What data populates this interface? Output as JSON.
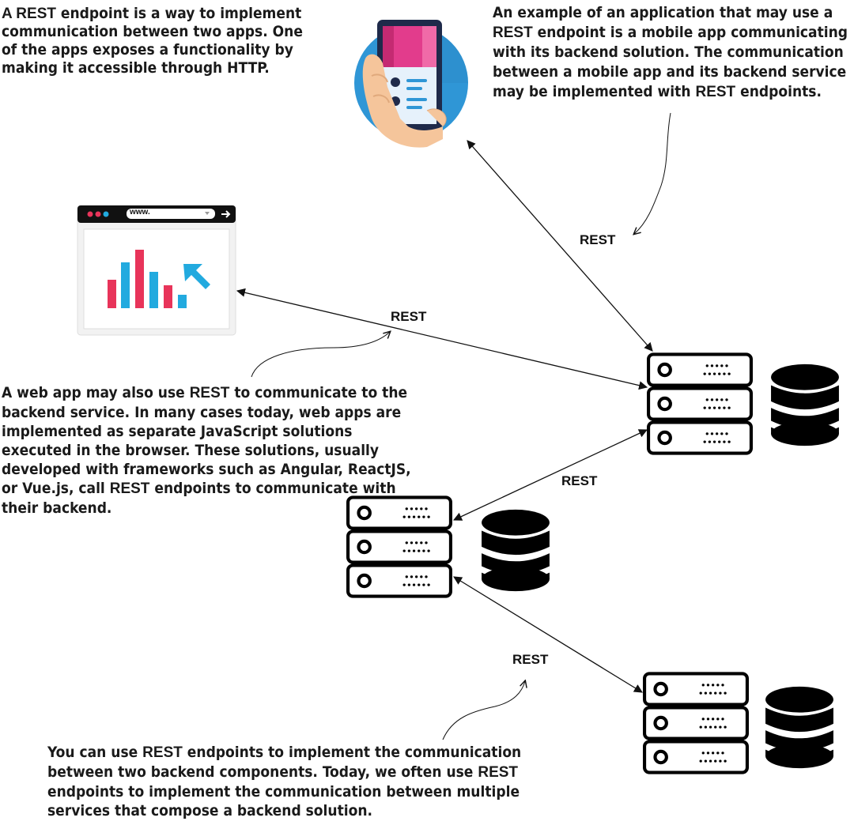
{
  "annotations": {
    "top_left": {
      "bold": "A REST",
      "text": " endpoint is a way to implement communication between two apps. One of the apps exposes a functionality by making it accessible through HTTP."
    },
    "top_right": {
      "part1": "An example of an application that may use a ",
      "bold1": "REST",
      "part2": " endpoint is a mobile app communicating with its backend solution. The communication between a mobile app and its backend service may be implemented with ",
      "bold2": "REST",
      "part3": " endpoints."
    },
    "middle_left": {
      "part1": "A web app may also use ",
      "bold1": "REST",
      "part2": " to communicate to the backend service. In many cases today, web apps are implemented as separate JavaScript solutions executed in the browser. These solutions, usually developed with frameworks such as Angular, ReactJS, or Vue.js, call ",
      "bold2": "REST",
      "part3": " endpoints to communicate with their backend."
    },
    "bottom": {
      "part1": "You can use ",
      "bold1": "REST",
      "part2": " endpoints to implement the communication between two backend components. Today, we often use ",
      "bold2": "REST",
      "part3": " endpoints to implement the communication between multiple services that compose a backend solution."
    }
  },
  "rest_labels": {
    "mobile": "REST",
    "web": "REST",
    "backend_link": "REST",
    "service_link": "REST"
  },
  "browser": {
    "address": "www."
  },
  "colors": {
    "bar_red": "#e8345a",
    "bar_blue": "#22aadf",
    "phone_circle": "#2f96d6",
    "phone_pink": "#e23c8c",
    "hand_skin": "#f5c59b"
  },
  "icons": [
    "mobile-app-icon",
    "web-browser-icon",
    "server-rack-icon",
    "database-icon"
  ]
}
